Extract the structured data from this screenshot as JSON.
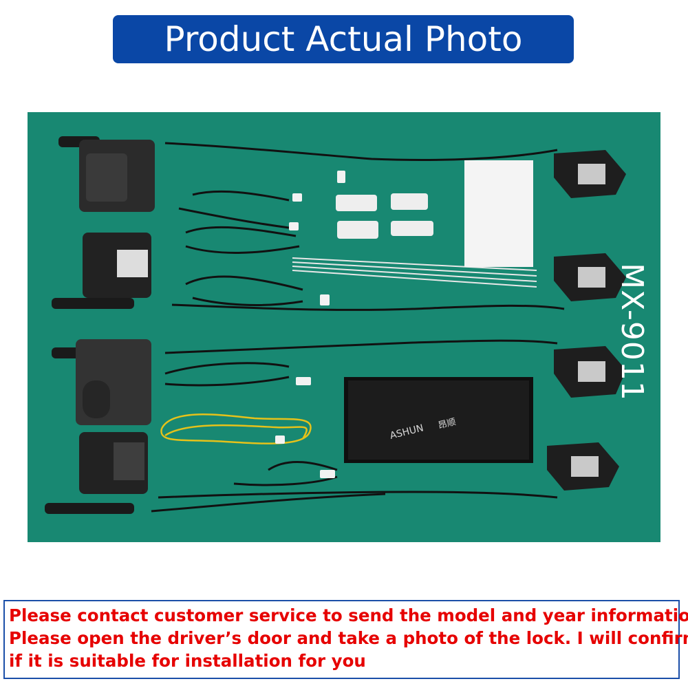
{
  "header": {
    "title": "Product Actual Photo",
    "color": "#0a47a6"
  },
  "photo": {
    "description_label": "product-kit-photo",
    "background_color": "#188872",
    "model_code": "MX-9011",
    "package_brand": "ASHUN",
    "package_brand_cn": "昂顺"
  },
  "notice": {
    "color": "#e60000",
    "lines": [
      "Please contact customer service to send the model and year information.",
      "Please open the driver’s door and take a photo of the lock. I will confirm",
      "if it is suitable for installation for you"
    ]
  }
}
